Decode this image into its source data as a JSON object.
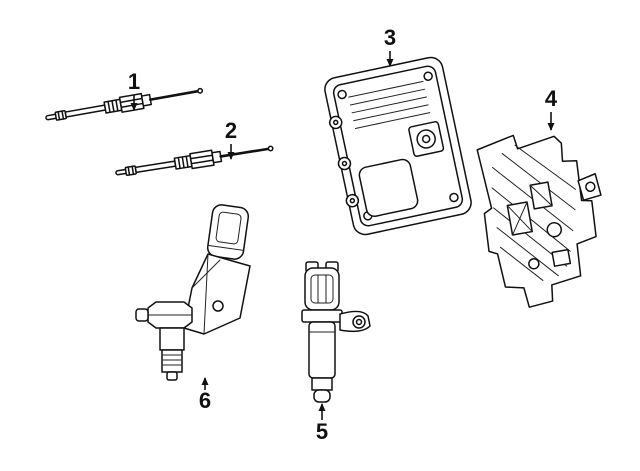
{
  "figure": {
    "background": "#ffffff",
    "line_color": "#111111",
    "callouts": [
      {
        "label": "1"
      },
      {
        "label": "2"
      },
      {
        "label": "3"
      },
      {
        "label": "4"
      },
      {
        "label": "5"
      },
      {
        "label": "6"
      }
    ]
  }
}
